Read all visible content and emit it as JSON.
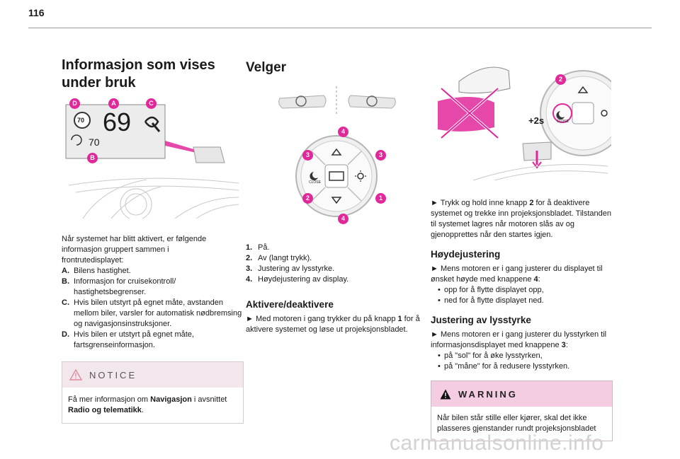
{
  "page_number": "116",
  "col1": {
    "title": "Informasjon som vises under bruk",
    "figure": {
      "callouts": [
        "D",
        "A",
        "C",
        "B"
      ],
      "speed_limit": "70",
      "speed": "69",
      "cruise": "70"
    },
    "intro": "Når systemet har blitt aktivert, er følgende informasjon gruppert sammen i frontrutedisplayet:",
    "items": [
      {
        "key": "A.",
        "text": "Bilens hastighet."
      },
      {
        "key": "B.",
        "text": "Informasjon for cruisekontroll/ hastighetsbegrenser."
      },
      {
        "key": "C.",
        "text": "Hvis bilen utstyrt på egnet måte, avstanden mellom biler, varsler for automatisk nødbrem­sing og navigasjonsinstruksjoner."
      },
      {
        "key": "D.",
        "text": "Hvis bilen er utstyrt på egnet måte, fartsgrenseinformasjon."
      }
    ],
    "notice": {
      "title": "NOTICE",
      "text_1": "Få mer informasjon om ",
      "bold_1": "Navigasjon",
      "text_2": " i avsnittet ",
      "bold_2": "Radio og telematikk",
      "text_3": "."
    }
  },
  "col2": {
    "title": "Velger",
    "figure": {
      "callouts": [
        "4",
        "3",
        "3",
        "2",
        "1",
        "4"
      ],
      "close_label": "CLOSE"
    },
    "items": [
      {
        "key": "1.",
        "text": "På."
      },
      {
        "key": "2.",
        "text": "Av (langt trykk)."
      },
      {
        "key": "3.",
        "text": "Justering av lysstyrke."
      },
      {
        "key": "4.",
        "text": "Høydejustering av display."
      }
    ],
    "section_title": "Aktivere/deaktivere",
    "section_text_1": "► Med motoren i gang trykker du på knapp ",
    "section_bold": "1",
    "section_text_2": " for å aktivere systemet og løse ut projeksjonsbladet."
  },
  "col3": {
    "figure": {
      "callout": "2",
      "hold_label": "+2s",
      "close_label": "CLOSE"
    },
    "intro_1": "► Trykk og hold inne knapp ",
    "intro_bold": "2",
    "intro_2": " for å deaktivere systemet og trekke inn projeksjonsbladet. Tilstanden til systemet lagres når motoren slås av og gjenopprettes når den startes igjen.",
    "height": {
      "title": "Høydejustering",
      "text_1": "► Mens motoren er i gang justerer du displayet til ønsket høyde med knappene ",
      "bold": "4",
      "text_2": ":",
      "bullets": [
        "opp for å flytte displayet opp,",
        "ned for å flytte displayet ned."
      ]
    },
    "brightness": {
      "title": "Justering av lysstyrke",
      "text_1": "► Mens motoren er i gang justerer du lysstyrken til informasjonsdisplayet med knappene ",
      "bold": "3",
      "text_2": ":",
      "bullets": [
        "på \"sol\" for å øke lysstyrken,",
        "på \"måne\" for å redusere lysstyrken."
      ]
    },
    "warning": {
      "title": "WARNING",
      "text": "Når bilen står stille eller kjører, skal det ikke plasseres gjenstander rundt projeksjonsbladet"
    }
  },
  "colors": {
    "callout": "#e0289a",
    "accent": "#e0289a",
    "notice_bg": "#f3e7ee",
    "warning_bg": "#f4cde2"
  },
  "watermark": "carmanualsonline.info"
}
